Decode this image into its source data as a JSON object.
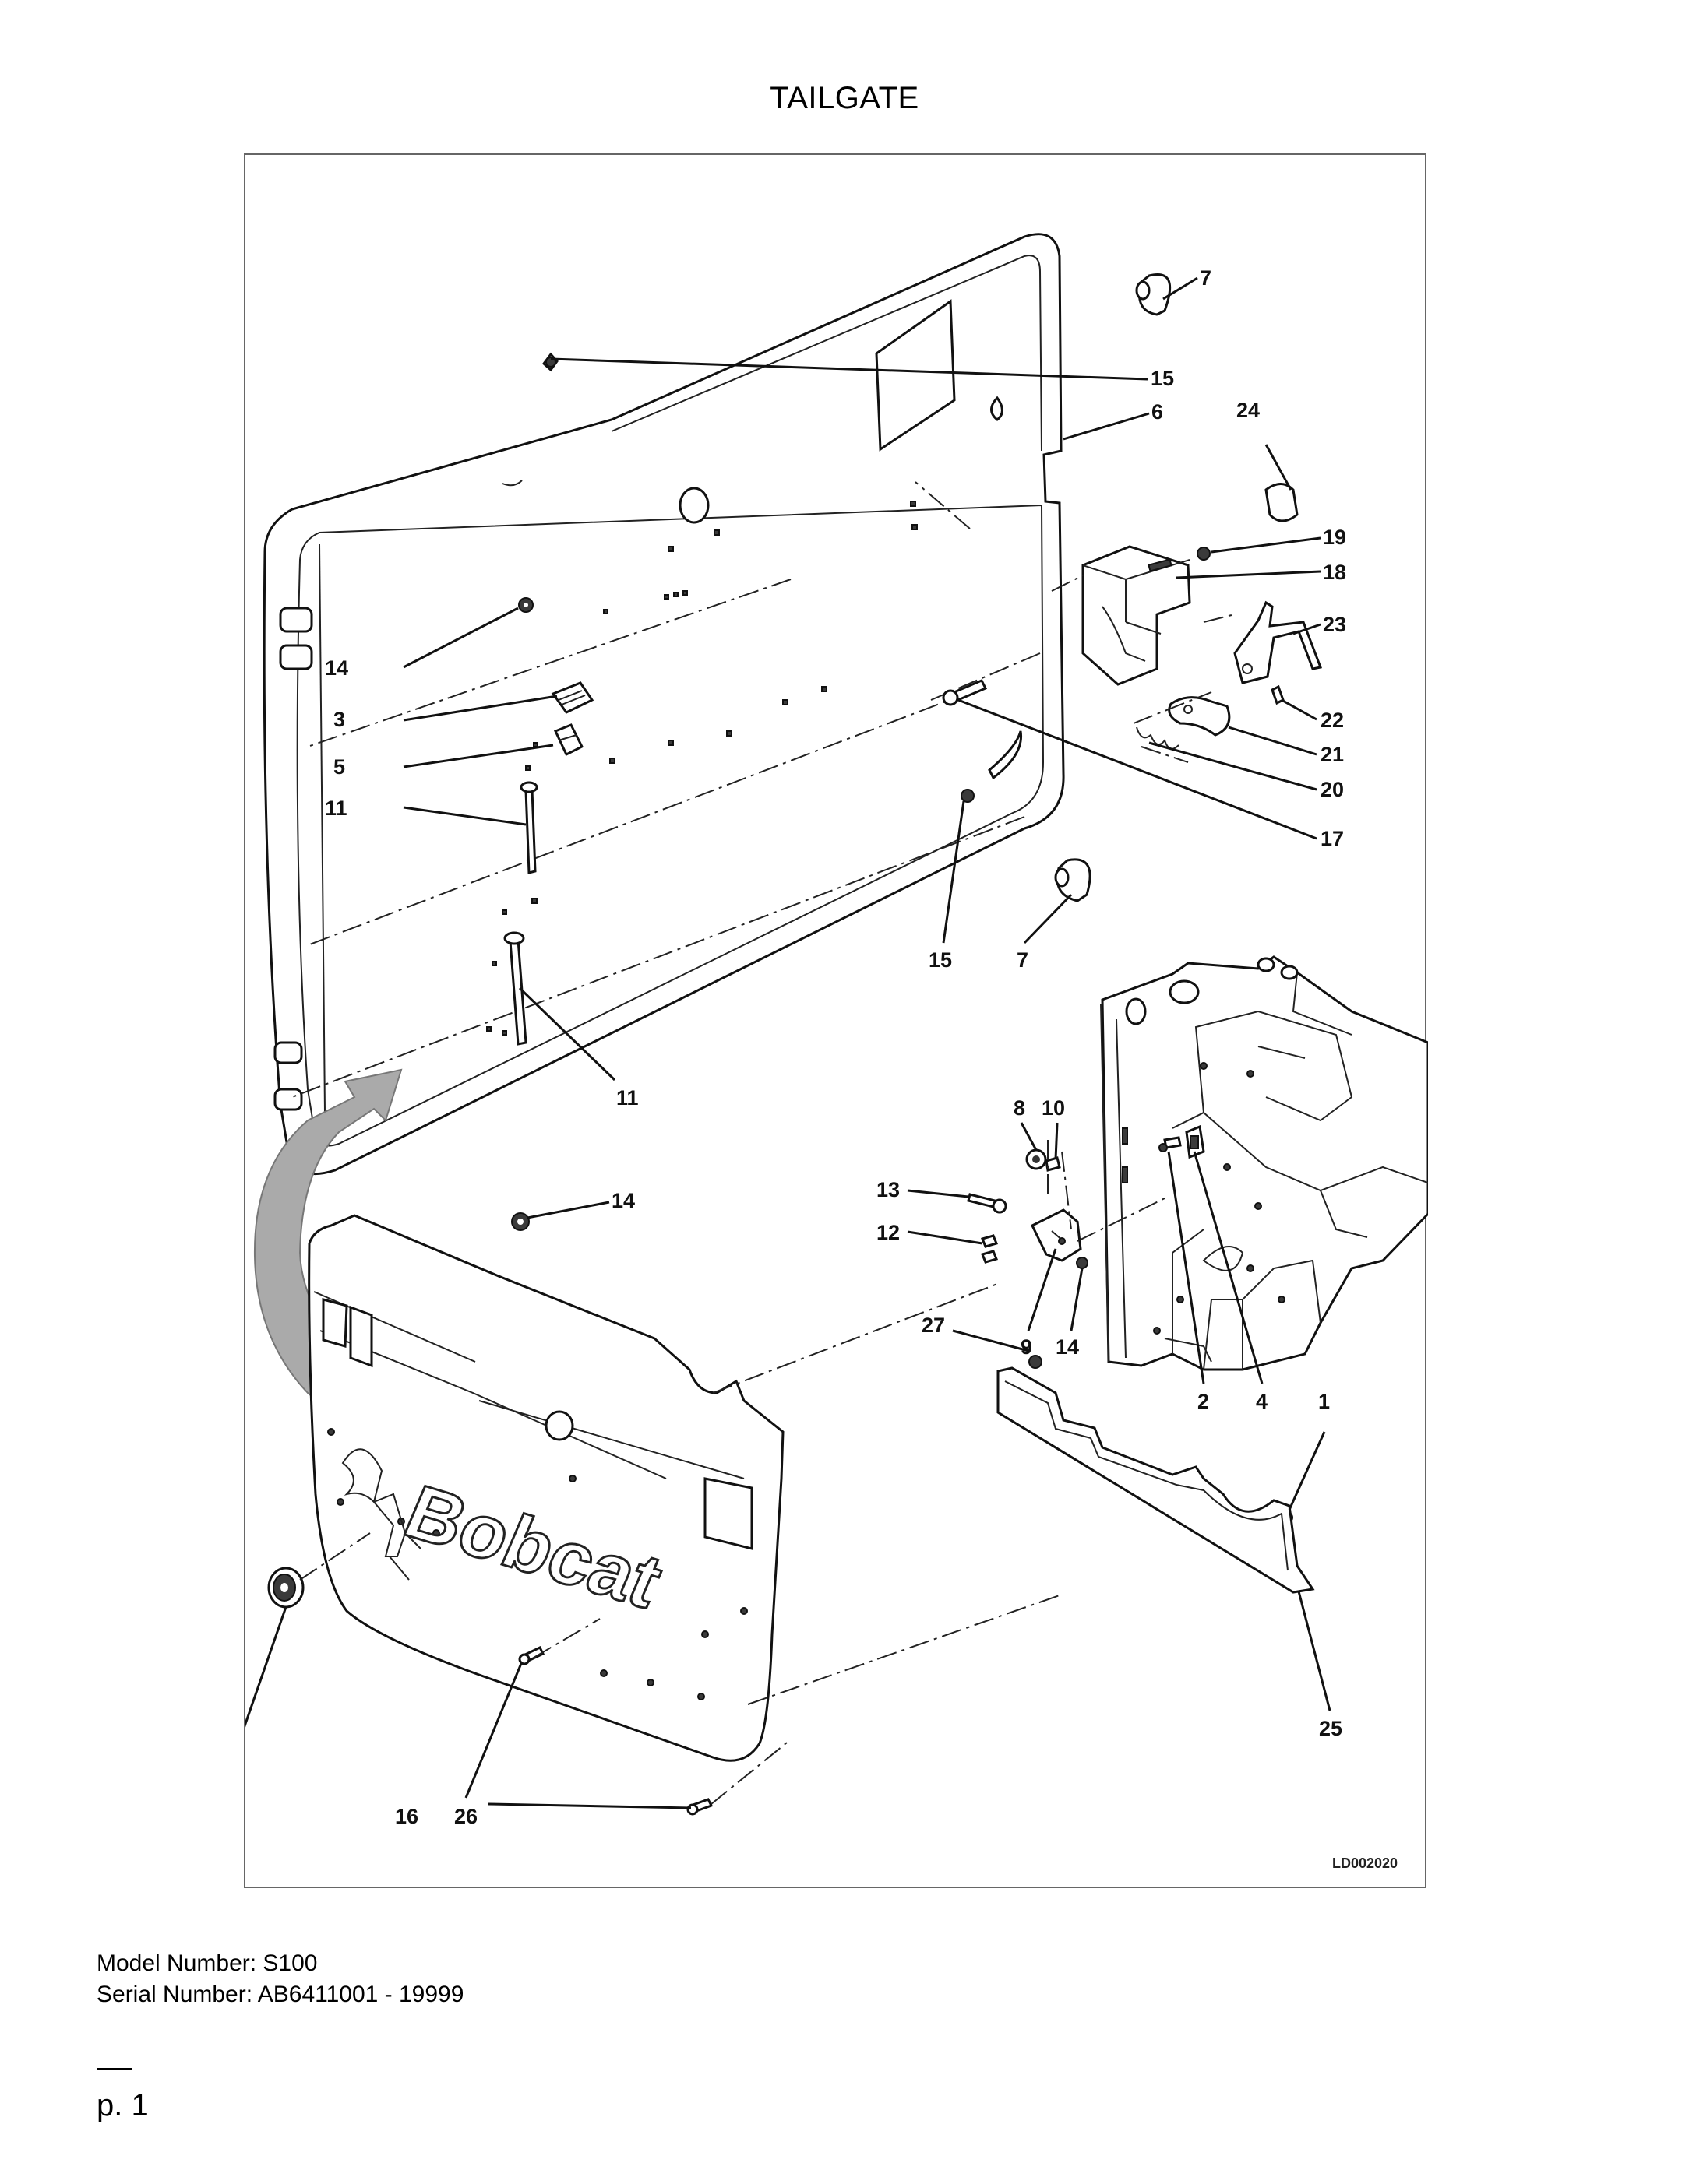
{
  "page": {
    "title": "TAILGATE",
    "model_label": "Model Number: S100",
    "serial_label": "Serial Number: AB6411001 - 19999",
    "page_number": "p. 1"
  },
  "figure": {
    "figure_id": "LD002020",
    "brand_logo_text": "Bobcat",
    "callouts": {
      "c15a": "15",
      "c7a": "7",
      "c6": "6",
      "c24": "24",
      "c19": "19",
      "c18": "18",
      "c23": "23",
      "c14a": "14",
      "c3": "3",
      "c22": "22",
      "c5": "5",
      "c21": "21",
      "c11a": "11",
      "c20": "20",
      "c17": "17",
      "c15b": "15",
      "c7b": "7",
      "c8": "8",
      "c10": "10",
      "c11b": "11",
      "c13": "13",
      "c14b": "14",
      "c12": "12",
      "c27": "27",
      "c9": "9",
      "c14c": "14",
      "c2": "2",
      "c4": "4",
      "c1": "1",
      "c25": "25",
      "c16": "16",
      "c26": "26"
    }
  }
}
